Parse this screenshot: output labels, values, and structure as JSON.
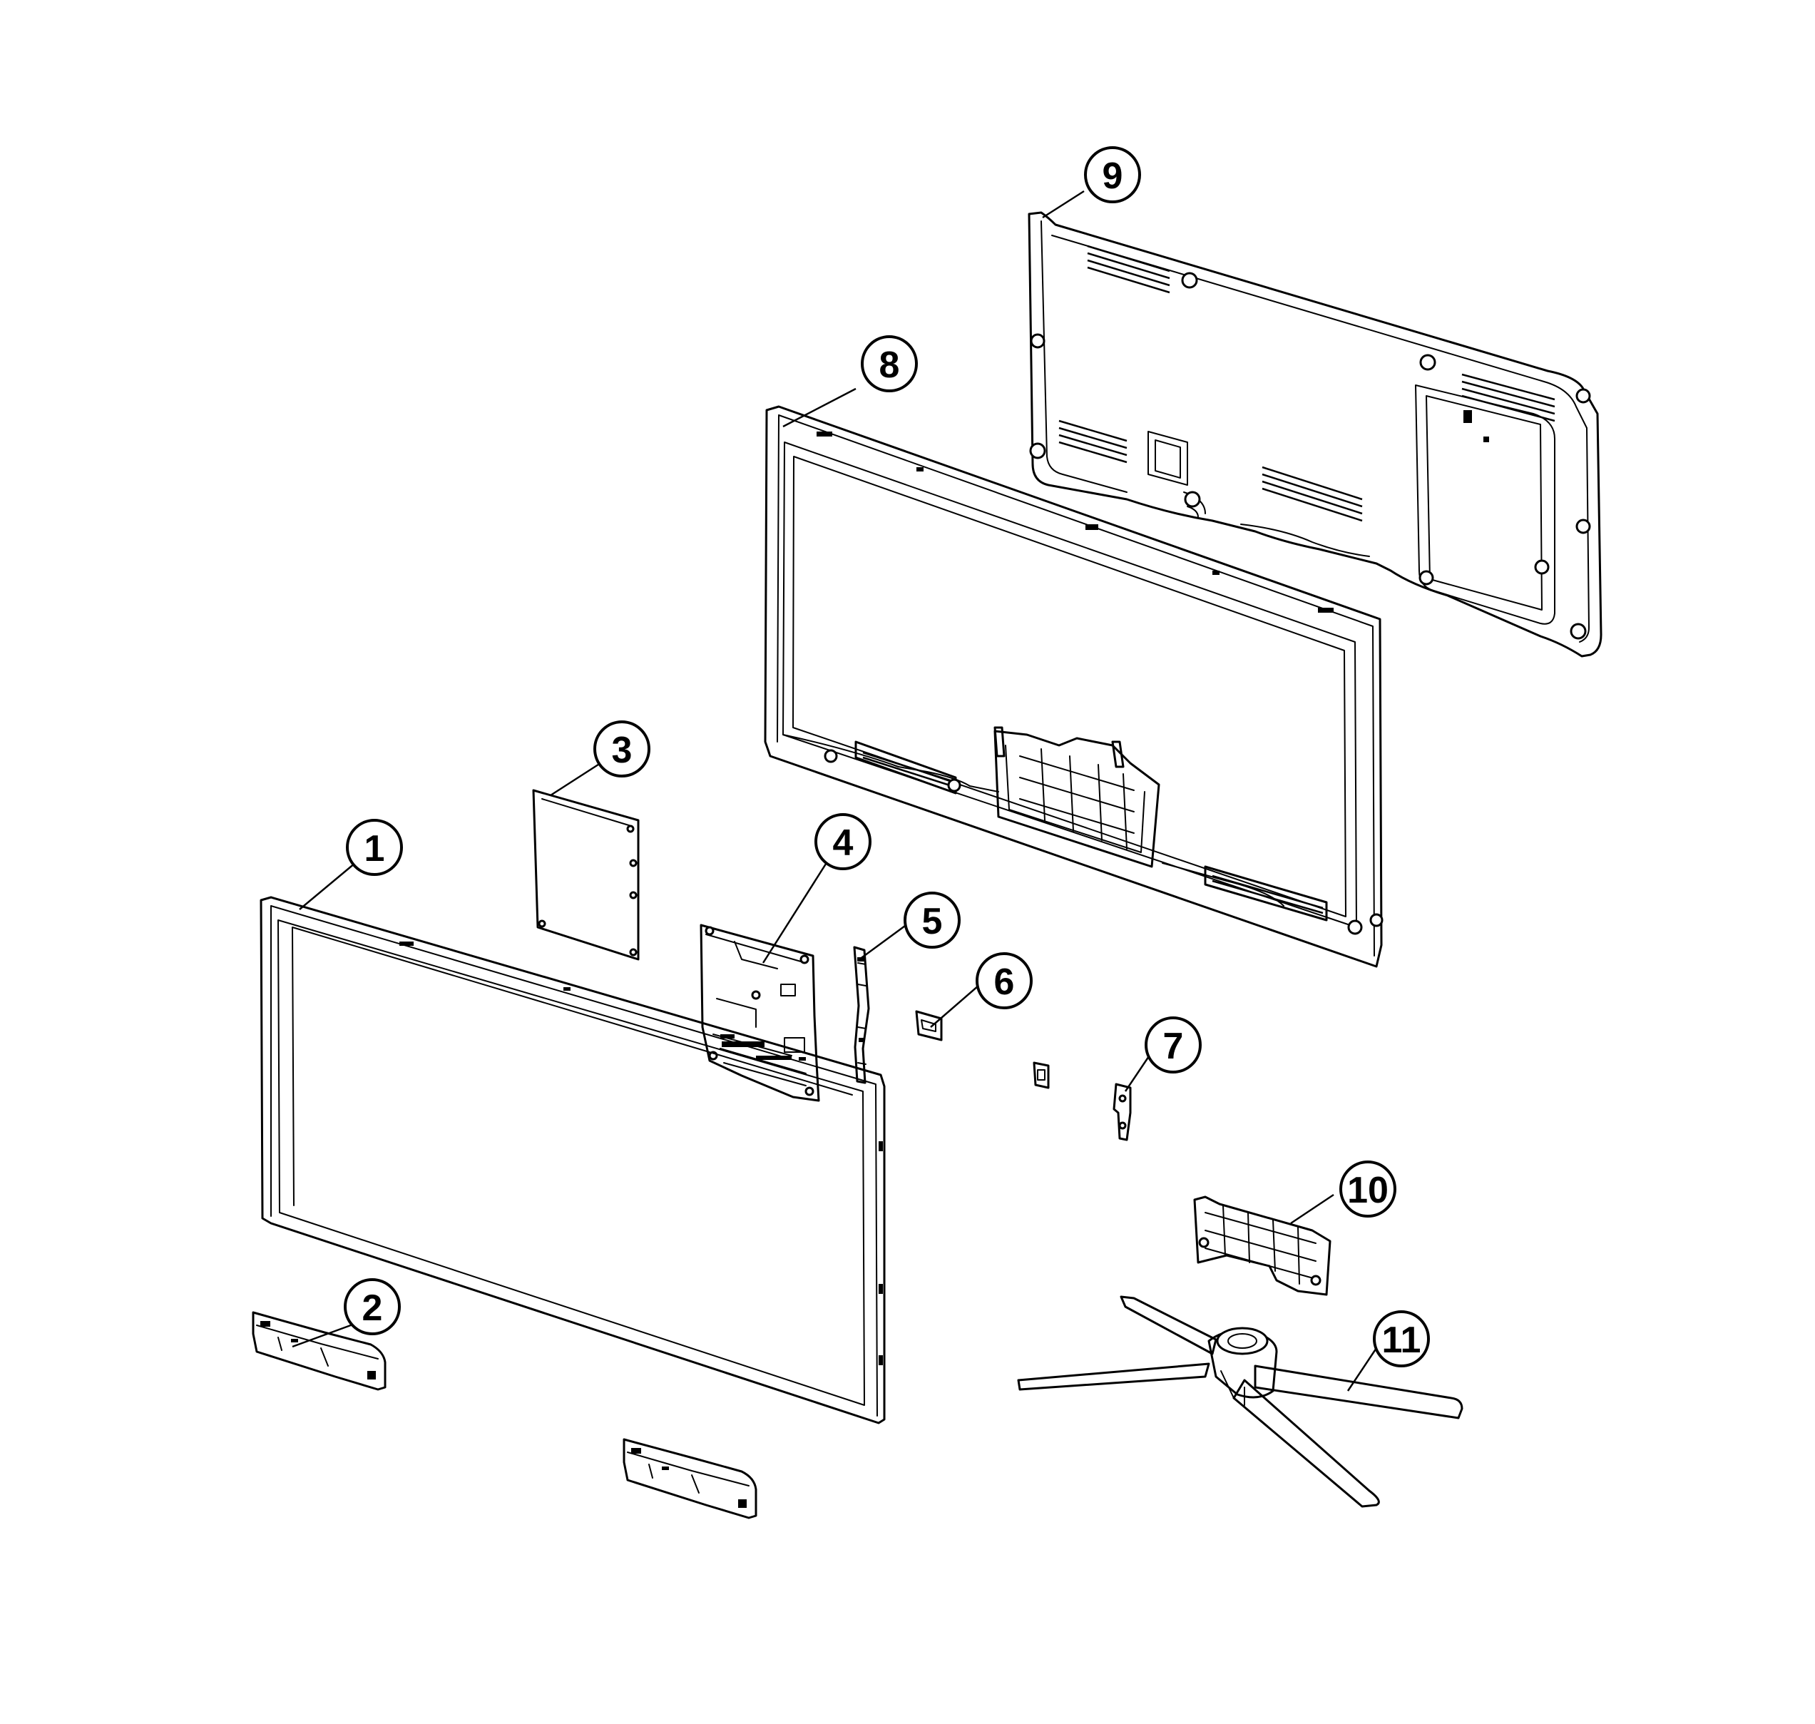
{
  "diagram": {
    "callouts": [
      {
        "id": "1",
        "label": "1"
      },
      {
        "id": "2",
        "label": "2"
      },
      {
        "id": "3",
        "label": "3"
      },
      {
        "id": "4",
        "label": "4"
      },
      {
        "id": "5",
        "label": "5"
      },
      {
        "id": "6",
        "label": "6"
      },
      {
        "id": "7",
        "label": "7"
      },
      {
        "id": "8",
        "label": "8"
      },
      {
        "id": "9",
        "label": "9"
      },
      {
        "id": "10",
        "label": "10"
      },
      {
        "id": "11",
        "label": "11"
      }
    ]
  }
}
